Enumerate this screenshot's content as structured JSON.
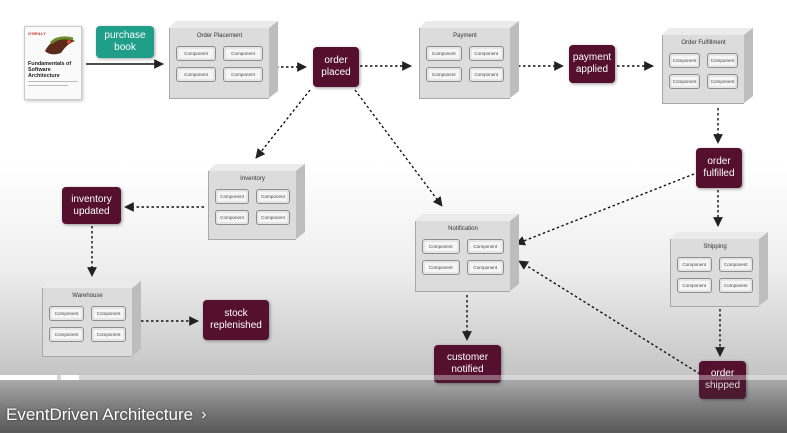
{
  "book": {
    "publisher": "O'REILLY",
    "title": "Fundamentals of Software Architecture"
  },
  "command": {
    "label": "purchase book",
    "color": "#1f9e8a"
  },
  "event_color": "#54102e",
  "component_label": "Component",
  "services": {
    "order_placement": {
      "name": "Order Placement"
    },
    "payment": {
      "name": "Payment"
    },
    "order_fulfillment": {
      "name": "Order Fulfillment"
    },
    "inventory": {
      "name": "Inventory"
    },
    "notification": {
      "name": "Notification"
    },
    "shipping": {
      "name": "Shipping"
    },
    "warehouse": {
      "name": "Warehouse"
    }
  },
  "events": {
    "order_placed": "order placed",
    "payment_applied": "payment applied",
    "order_fulfilled": "order fulfilled",
    "inventory_updated": "inventory updated",
    "stock_replenished": "stock replenished",
    "customer_notified": "customer notified",
    "order_shipped": "order shipped"
  },
  "player": {
    "chapter_title": "EventDriven Architecture",
    "chevron_icon": "chevron-right-icon"
  }
}
